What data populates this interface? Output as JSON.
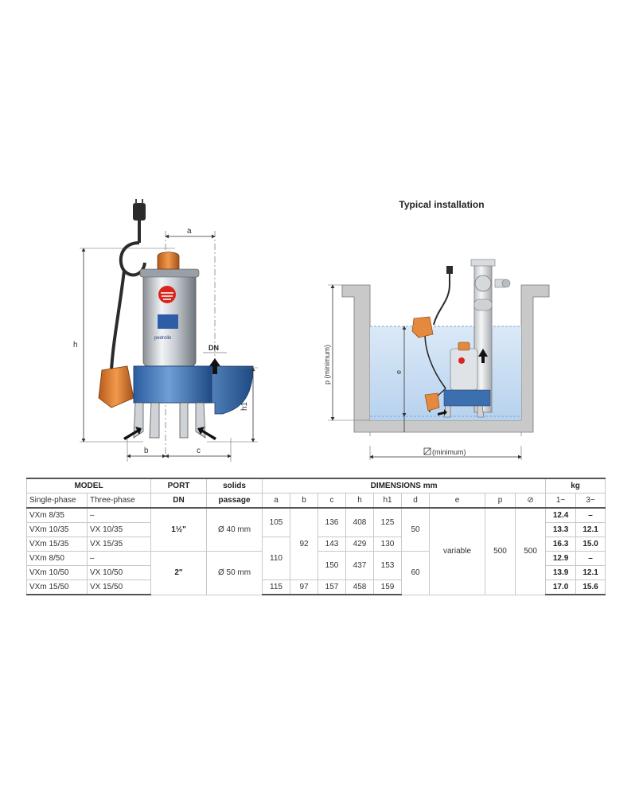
{
  "drawing_left": {
    "labels": {
      "a": "a",
      "b": "b",
      "c": "c",
      "h": "h",
      "h1": "h1",
      "dn": "DN"
    },
    "brand_text": "pedrollo"
  },
  "drawing_right": {
    "title": "Typical installation",
    "labels": {
      "p": "p  (minimum)",
      "e": "e",
      "d": "d",
      "width": "(minimum)"
    }
  },
  "table": {
    "header": {
      "model": "MODEL",
      "port": "PORT",
      "port_sub": "DN",
      "solids": "solids",
      "solids_sub": "passage",
      "dimensions": "DIMENSIONS mm",
      "kg": "kg",
      "single_phase": "Single-phase",
      "three_phase": "Three-phase",
      "dims": [
        "a",
        "b",
        "c",
        "h",
        "h1",
        "d",
        "e",
        "p",
        "⊘"
      ],
      "kg1": "1~",
      "kg3": "3~"
    },
    "rows": [
      {
        "single": "VXm 8/35",
        "three": "–",
        "a": "",
        "c": "136",
        "h": "408",
        "h1": "125",
        "kg1": "12.4",
        "kg3": "–"
      },
      {
        "single": "VXm 10/35",
        "three": "VX 10/35",
        "a": "",
        "c": "",
        "h": "",
        "h1": "",
        "kg1": "13.3",
        "kg3": "12.1"
      },
      {
        "single": "VXm 15/35",
        "three": "VX 15/35",
        "a": "",
        "c": "143",
        "h": "429",
        "h1": "130",
        "kg1": "16.3",
        "kg3": "15.0"
      },
      {
        "single": "VXm 8/50",
        "three": "–",
        "a": "",
        "c": "150",
        "h": "437",
        "h1": "153",
        "kg1": "12.9",
        "kg3": "–"
      },
      {
        "single": "VXm 10/50",
        "three": "VX 10/50",
        "a": "",
        "c": "",
        "h": "",
        "h1": "",
        "kg1": "13.9",
        "kg3": "12.1"
      },
      {
        "single": "VXm 15/50",
        "three": "VX 15/50",
        "a": "115",
        "b": "97",
        "c": "157",
        "h": "458",
        "h1": "159",
        "kg1": "17.0",
        "kg3": "15.6"
      }
    ],
    "merged": {
      "port_35": "1½\"",
      "port_50": "2\"",
      "solids_35": "Ø 40 mm",
      "solids_50": "Ø 50 mm",
      "a_35": "105",
      "a_50": "110",
      "b_mid": "92",
      "d_35": "50",
      "d_50": "60",
      "e_all": "variable",
      "p_all": "500",
      "w_all": "500"
    }
  }
}
